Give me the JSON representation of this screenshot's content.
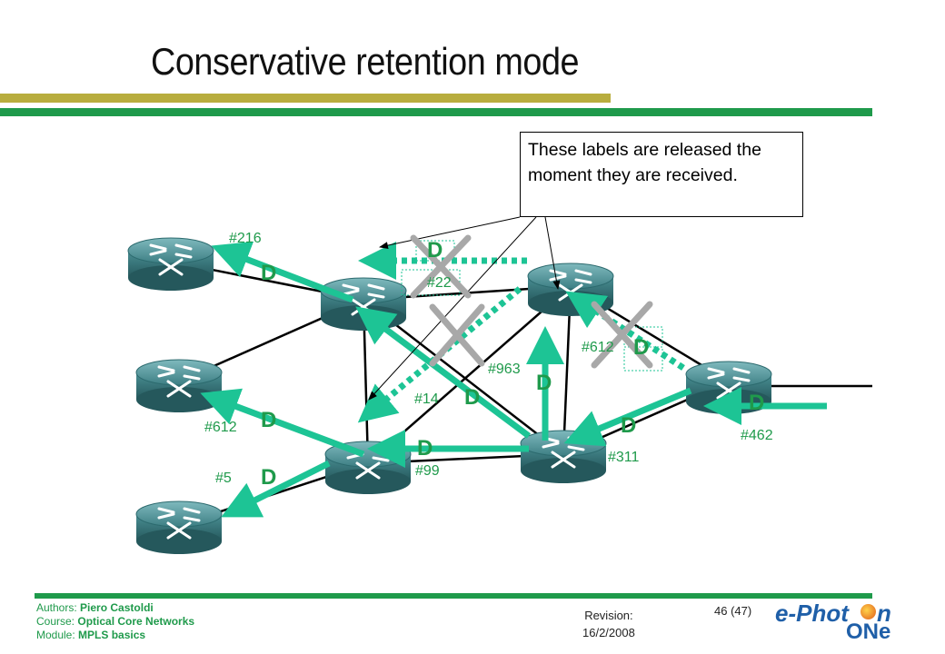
{
  "slide": {
    "title": "Conservative retention mode",
    "callout": "These labels are released the moment they are received.",
    "page": "46 (47)",
    "revision_label": "Revision:",
    "revision_date": "16/2/2008"
  },
  "footer": {
    "authors_label": "Authors:",
    "authors": "Piero Castoldi",
    "course_label": "Course:",
    "course": "Optical Core Networks",
    "module_label": "Module:",
    "module": "MPLS basics"
  },
  "logo": {
    "part1": "e-Phot",
    "part2": "n",
    "part3": "ONe"
  },
  "labels": {
    "l216": "#216",
    "l22": "#22",
    "l612a": "#612",
    "l612b": "#612",
    "l963": "#963",
    "l14": "#14",
    "l5": "#5",
    "l99": "#99",
    "l311": "#311",
    "l462": "#462"
  },
  "d_mark": "D",
  "colors": {
    "green": "#1f9a4b",
    "teal": "#1dc495",
    "olive": "#b8ad3e",
    "router": "#3f8a8e"
  }
}
